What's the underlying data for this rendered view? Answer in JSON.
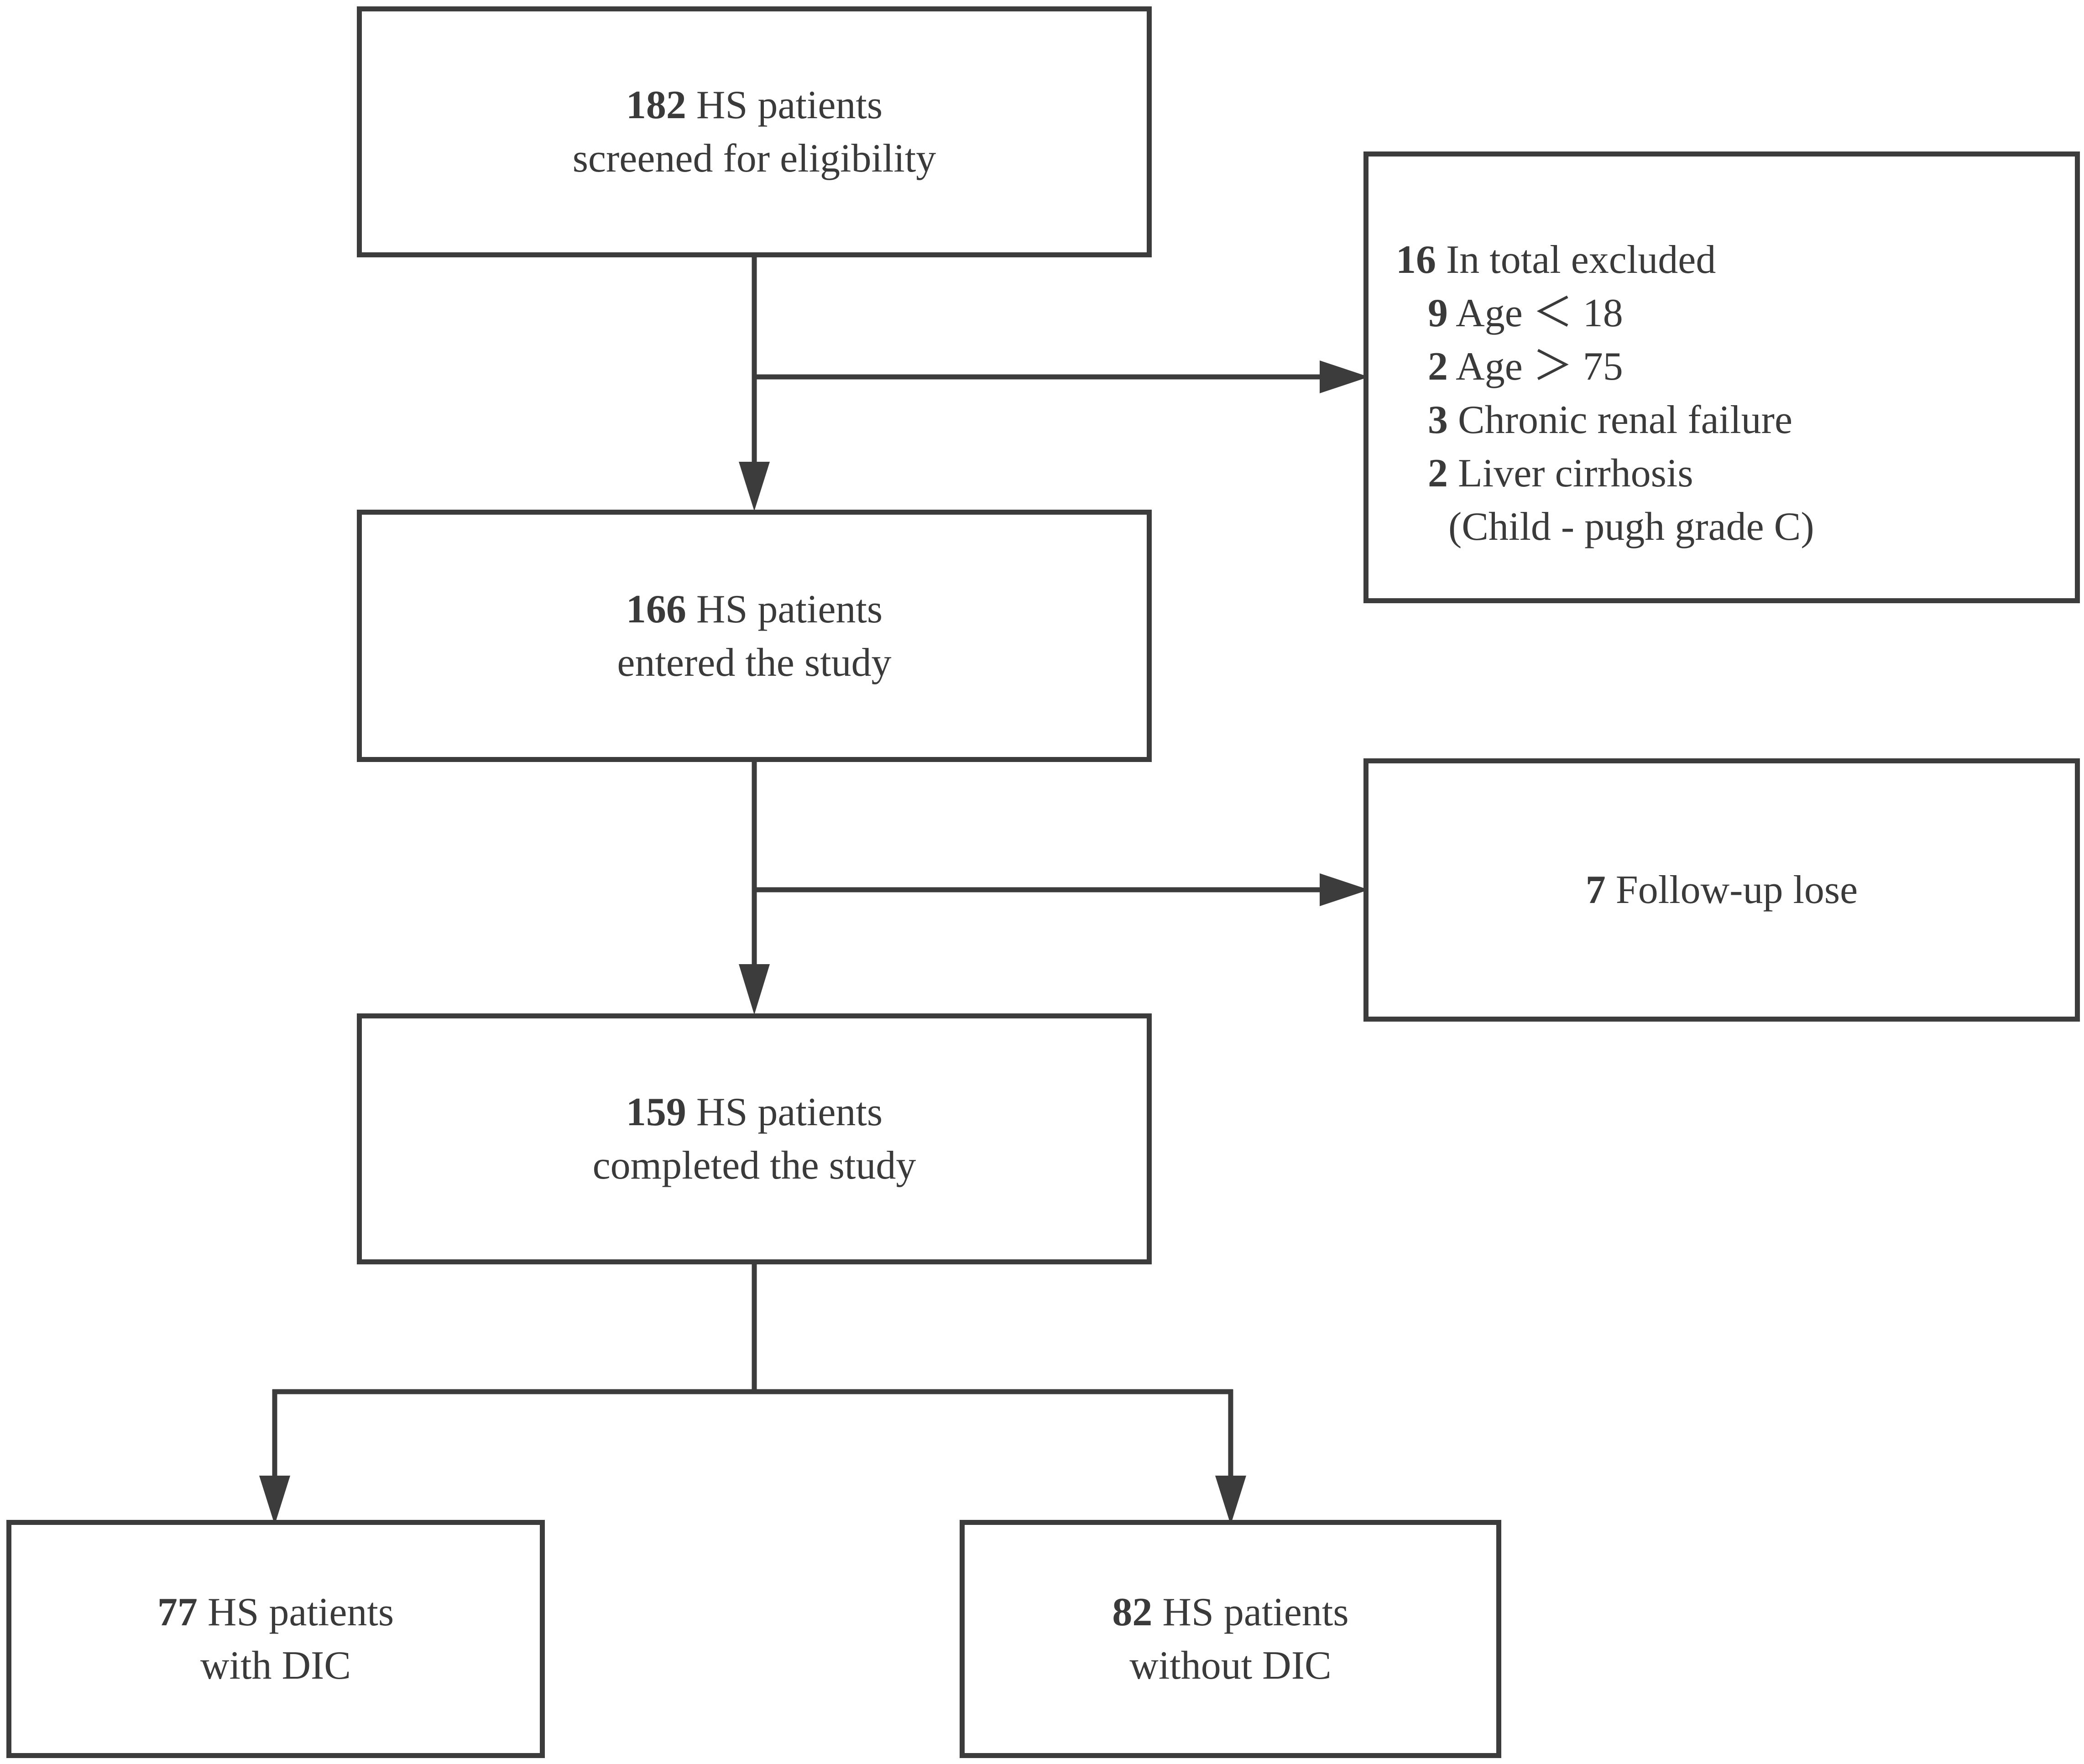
{
  "boxes": {
    "screened": {
      "count": "182",
      "line1_rest": " HS patients",
      "line2": "screened for eligibility"
    },
    "entered": {
      "count": "166",
      "line1_rest": " HS patients",
      "line2": "entered the study"
    },
    "completed": {
      "count": "159",
      "line1_rest": " HS patients",
      "line2": "completed the study"
    },
    "with_dic": {
      "count": "77",
      "line1_rest": " HS patients",
      "line2": "with DIC"
    },
    "without_dic": {
      "count": "82",
      "line1_rest": " HS patients",
      "line2": "without DIC"
    },
    "followup": {
      "count": "7",
      "text": " Follow-up lose"
    }
  },
  "excluded": {
    "count": "16",
    "title": " In total excluded",
    "items": [
      {
        "count": "9",
        "text": " Age ＜ 18"
      },
      {
        "count": "2",
        "text": " Age ＞ 75"
      },
      {
        "count": "3",
        "text": " Chronic renal failure"
      },
      {
        "count": "2",
        "text": " Liver cirrhosis"
      }
    ],
    "note": "(Child - pugh grade C)"
  },
  "colors": {
    "line": "#3c3c3c",
    "text": "#3a3a3a",
    "background": "#ffffff"
  }
}
